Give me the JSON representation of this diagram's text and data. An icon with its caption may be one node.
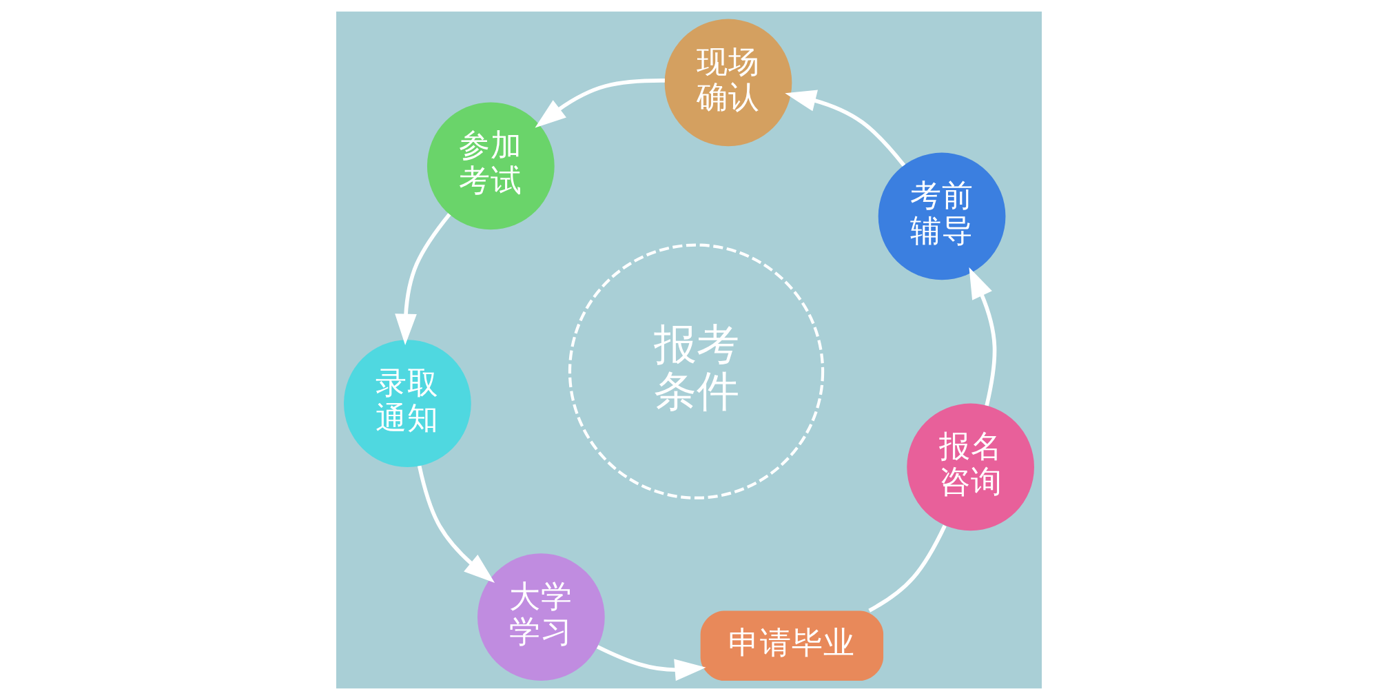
{
  "diagram": {
    "nodes": [
      {
        "text": [
          "报名咨询"
        ]
      },
      {
        "text": [
          "考前辅导"
        ]
      },
      {
        "text": [
          "现场确认"
        ]
      },
      {
        "text": [
          "参加考试"
        ]
      },
      {
        "text": [
          "录取通知"
        ]
      },
      {
        "text": [
          "大学学习"
        ]
      },
      {
        "text": [
          "申请毕业"
        ]
      },
      {
        "text": [
          "报考条件"
        ]
      }
    ],
    "edges": [
      {
        "from": 0,
        "to": 1,
        "arrow": "to"
      },
      {
        "from": 1,
        "to": 2,
        "arrow": "to"
      },
      {
        "from": 2,
        "to": 3,
        "arrow": "to"
      },
      {
        "from": 3,
        "to": 4,
        "arrow": "to"
      },
      {
        "from": 4,
        "to": 5,
        "arrow": "to"
      },
      {
        "from": 5,
        "to": 6,
        "arrow": "to"
      },
      {
        "from": 6,
        "to": 0,
        "arrow": "none"
      }
    ]
  }
}
